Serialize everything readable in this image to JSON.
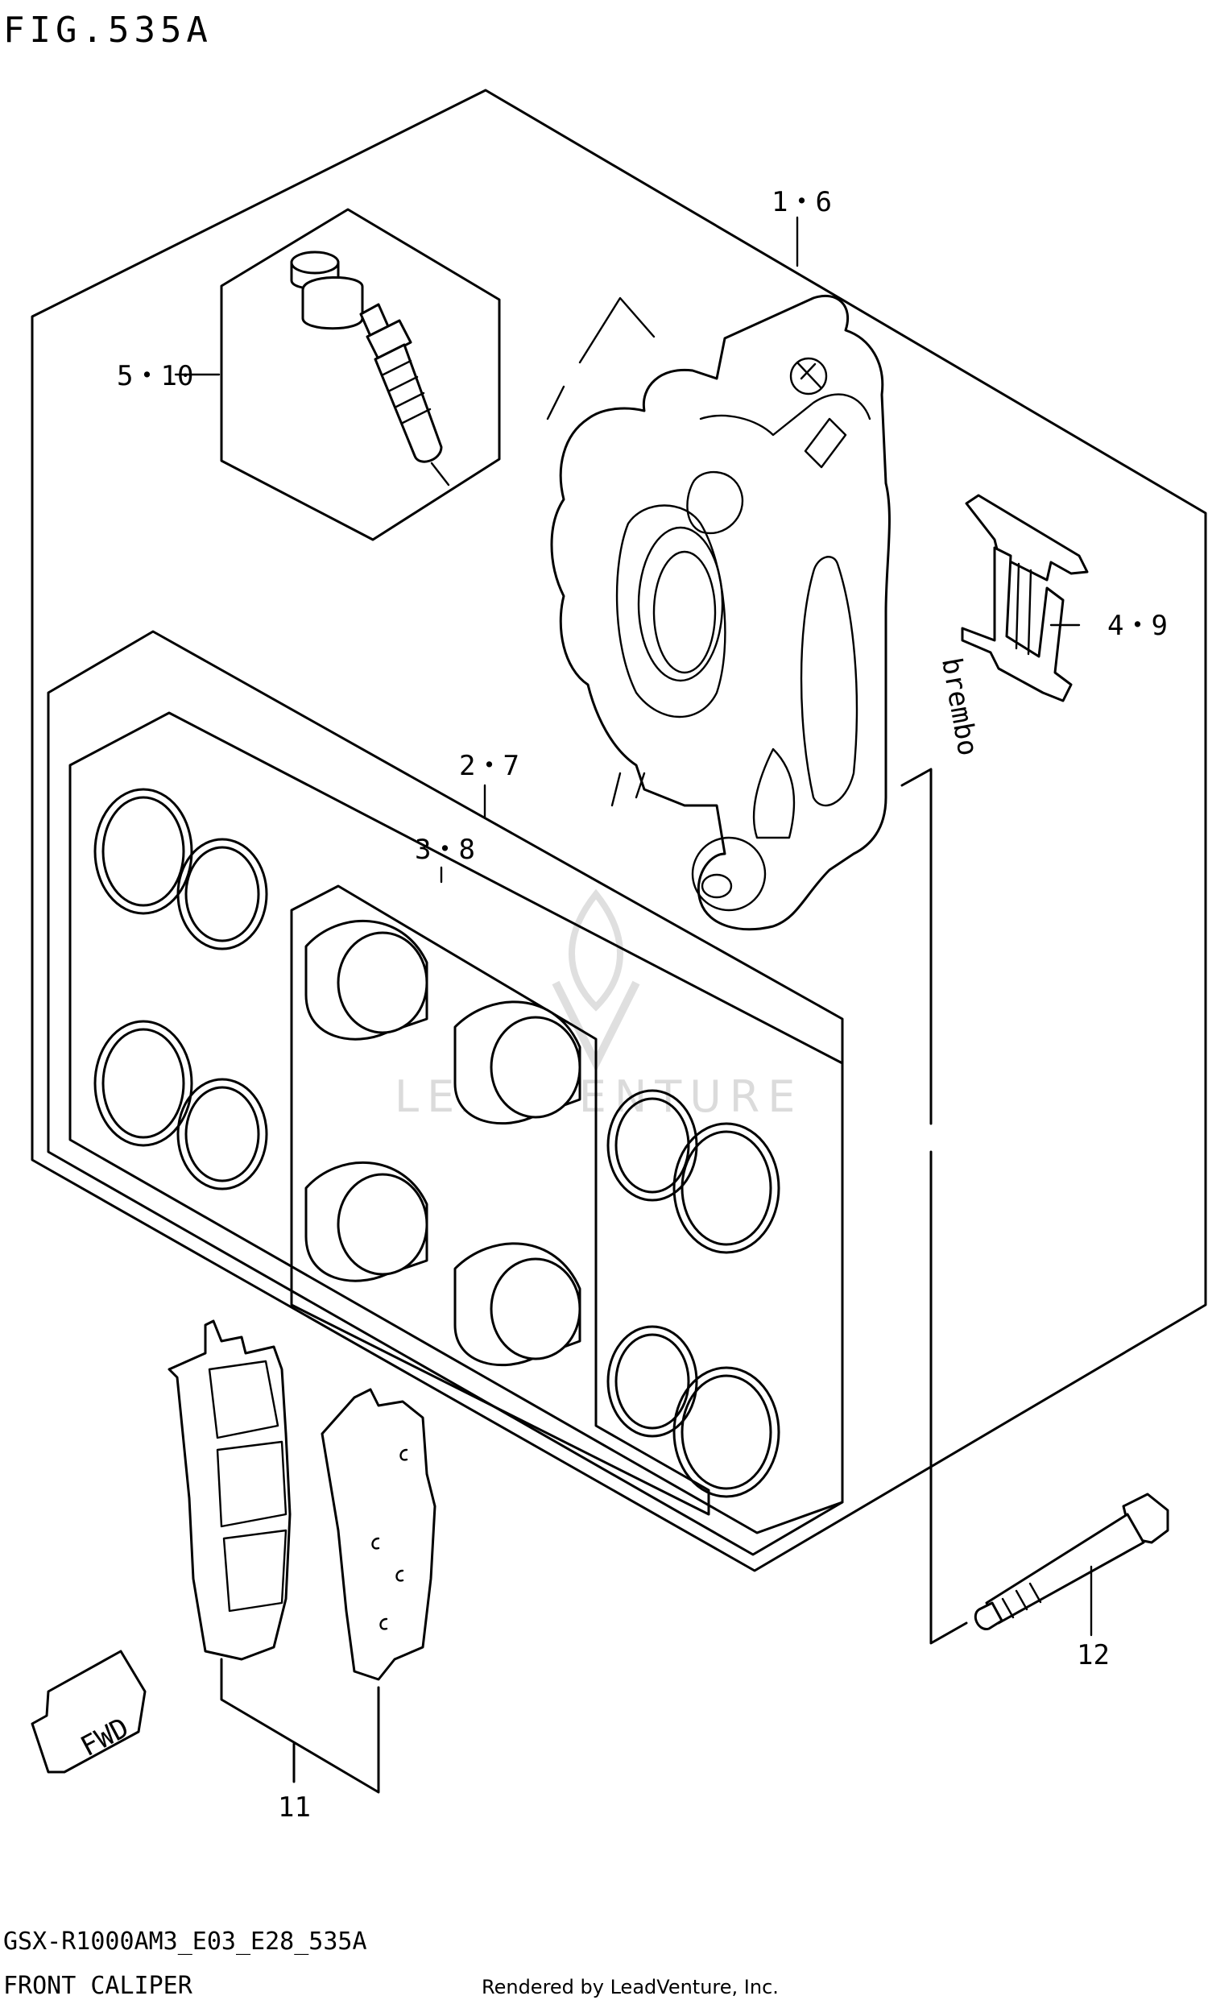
{
  "figure": {
    "title": "FIG.535A",
    "model_code": "GSX-R1000AM3_E03_E28_535A",
    "caption": "FRONT CALIPER",
    "credit": "Rendered by LeadVenture, Inc.",
    "watermark": "LEADVENTURE"
  },
  "callouts": [
    {
      "id": "c-1-6",
      "label": "1・6"
    },
    {
      "id": "c-5-10",
      "label": "5・10"
    },
    {
      "id": "c-4-9",
      "label": "4・9"
    },
    {
      "id": "c-2-7",
      "label": "2・7"
    },
    {
      "id": "c-3-8",
      "label": "3・8"
    },
    {
      "id": "c-12",
      "label": "12"
    },
    {
      "id": "c-11",
      "label": "11"
    }
  ],
  "caliper_logo": "brembo",
  "fwd_arrow": "FWD"
}
